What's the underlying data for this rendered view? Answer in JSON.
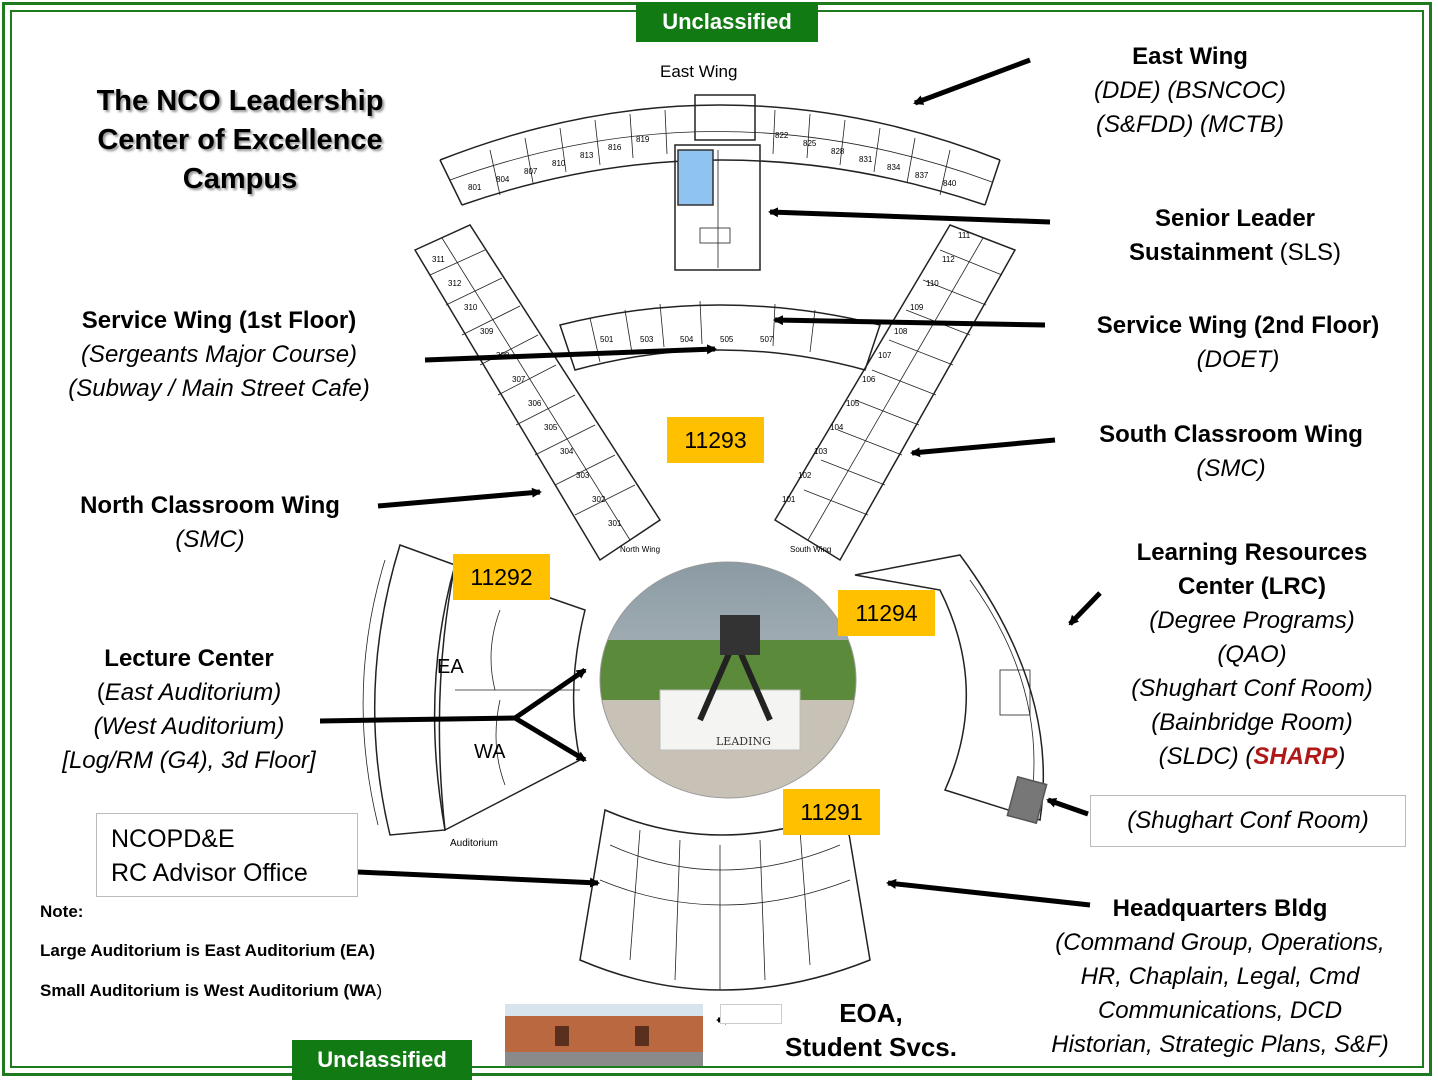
{
  "classification": {
    "top": "Unclassified",
    "bottom": "Unclassified"
  },
  "title": {
    "line1": "The NCO Leadership",
    "line2": "Center of Excellence",
    "line3": "Campus"
  },
  "map_labels": {
    "east_wing": "East Wing",
    "ea": "EA",
    "wa": "WA",
    "auditorium": "Auditorium",
    "north_wing": "North Wing",
    "south_wing": "South Wing",
    "rooms_east": [
      "801",
      "804",
      "807",
      "810",
      "813",
      "816",
      "819",
      "822",
      "825",
      "828",
      "831",
      "834",
      "837",
      "840"
    ],
    "rooms_north": [
      "311",
      "312",
      "310",
      "309",
      "308",
      "307",
      "306",
      "305",
      "304",
      "303",
      "302",
      "301"
    ],
    "rooms_south": [
      "111",
      "112",
      "110",
      "109",
      "108",
      "107",
      "106",
      "105",
      "104",
      "103",
      "102",
      "101"
    ],
    "rooms_service": [
      "501",
      "503",
      "504",
      "505",
      "507"
    ],
    "plaque": "LEADING"
  },
  "buildings": {
    "b11293": "11293",
    "b11292": "11292",
    "b11294": "11294",
    "b11291": "11291"
  },
  "east_wing": {
    "title": "East Wing",
    "line1": "(DDE) (BSNCOC)",
    "line2": "(S&FDD) (MCTB)"
  },
  "sls": {
    "title1": "Senior Leader",
    "title2": "Sustainment",
    "abbr": "(SLS)"
  },
  "service_2nd": {
    "title": "Service Wing (2nd Floor)",
    "line1": "(DOET)"
  },
  "service_1st": {
    "title": "Service Wing (1st Floor)",
    "line1": "(Sergeants Major Course)",
    "line2": "(Subway / Main Street Cafe)"
  },
  "south_wing": {
    "title": "South Classroom Wing",
    "line1": "(SMC)"
  },
  "north_wing": {
    "title": "North Classroom Wing",
    "line1": "(SMC)"
  },
  "lrc": {
    "title1": "Learning Resources",
    "title2": "Center (LRC)",
    "line1": "(Degree Programs)",
    "line2": "(QAO)",
    "line3": "(Shughart Conf Room)",
    "line4": "(Bainbridge Room)",
    "line5a": "(SLDC) (",
    "line5b": "SHARP",
    "line5c": ")"
  },
  "shughart_box": "(Shughart Conf Room)",
  "lecture": {
    "title": "Lecture Center",
    "line1a": "(",
    "line1b": "East Auditorium)",
    "line2": "(West Auditorium)",
    "line3": "[Log/RM (G4), 3d Floor]"
  },
  "ncopd": {
    "line1": "NCOPD&E",
    "line2": "RC Advisor Office"
  },
  "note": {
    "label": "Note:",
    "line1": "Large Auditorium is East Auditorium (EA)",
    "line2a": "Small Auditorium is West Auditorium (WA",
    "line2b": ")"
  },
  "hq": {
    "title": "Headquarters Bldg",
    "line1": "(Command Group, Operations,",
    "line2": "HR, Chaplain, Legal, Cmd",
    "line3": "Communications, DCD",
    "line4": "Historian, Strategic Plans, S&F)"
  },
  "eoa": {
    "line1": "EOA,",
    "line2": "Student Svcs."
  },
  "colors": {
    "frame": "#1e7a1e",
    "classification_bg": "#127a12",
    "building_tag": "#ffc000",
    "sharp": "#b01818",
    "sls_room": "#8fc3f0"
  }
}
